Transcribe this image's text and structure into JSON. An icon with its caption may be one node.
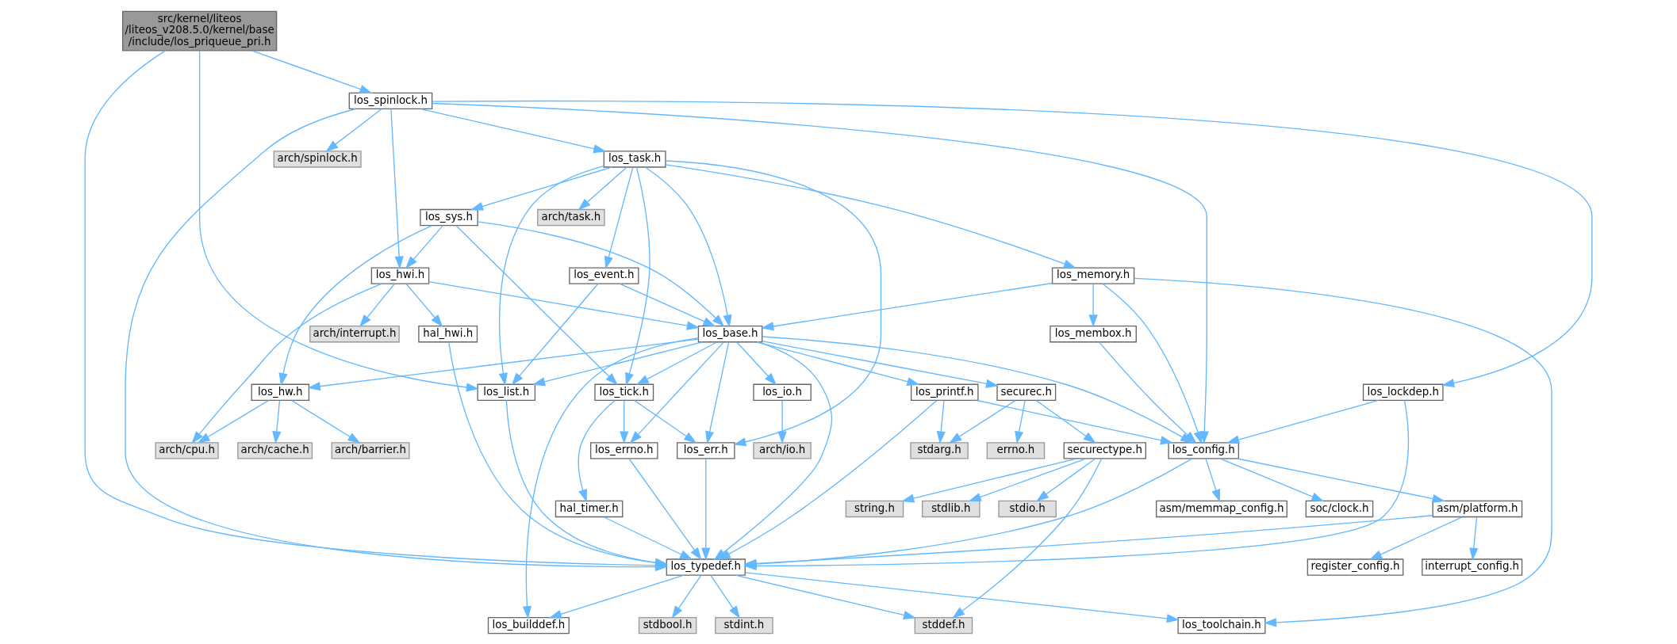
{
  "diagram": {
    "nodes": [
      {
        "text": [
          "src/kernel/liteos/liteos_v208.5.0/kernel/base/include/los_priqueue_pri.h"
        ]
      },
      {
        "text": [
          "los_spinlock.h"
        ]
      },
      {
        "text": [
          "los_list.h"
        ]
      },
      {
        "text": [
          "los_typedef.h"
        ]
      },
      {
        "text": [
          "arch/spinlock.h"
        ]
      },
      {
        "text": [
          "los_task.h"
        ]
      },
      {
        "text": [
          "los_hwi.h"
        ]
      },
      {
        "text": [
          "los_config.h"
        ]
      },
      {
        "text": [
          "los_lockdep.h"
        ]
      },
      {
        "text": [
          "arch/task.h"
        ]
      },
      {
        "text": [
          "los_sys.h"
        ]
      },
      {
        "text": [
          "los_event.h"
        ]
      },
      {
        "text": [
          "los_memory.h"
        ]
      },
      {
        "text": [
          "los_base.h"
        ]
      },
      {
        "text": [
          "los_tick.h"
        ]
      },
      {
        "text": [
          "los_err.h"
        ]
      },
      {
        "text": [
          "arch/interrupt.h"
        ]
      },
      {
        "text": [
          "hal_hwi.h"
        ]
      },
      {
        "text": [
          "arch/cpu.h"
        ]
      },
      {
        "text": [
          "los_membox.h"
        ]
      },
      {
        "text": [
          "los_hw.h"
        ]
      },
      {
        "text": [
          "los_io.h"
        ]
      },
      {
        "text": [
          "los_errno.h"
        ]
      },
      {
        "text": [
          "securec.h"
        ]
      },
      {
        "text": [
          "los_printf.h"
        ]
      },
      {
        "text": [
          "arch/cache.h"
        ]
      },
      {
        "text": [
          "arch/barrier.h"
        ]
      },
      {
        "text": [
          "arch/io.h"
        ]
      },
      {
        "text": [
          "hal_timer.h"
        ]
      },
      {
        "text": [
          "securectype.h"
        ]
      },
      {
        "text": [
          "errno.h"
        ]
      },
      {
        "text": [
          "stdarg.h"
        ]
      },
      {
        "text": [
          "stddef.h"
        ]
      },
      {
        "text": [
          "stdio.h"
        ]
      },
      {
        "text": [
          "string.h"
        ]
      },
      {
        "text": [
          "stdlib.h"
        ]
      },
      {
        "text": [
          "asm/memmap_config.h"
        ]
      },
      {
        "text": [
          "soc/clock.h"
        ]
      },
      {
        "text": [
          "asm/platform.h"
        ]
      },
      {
        "text": [
          "register_config.h"
        ]
      },
      {
        "text": [
          "interrupt_config.h"
        ]
      },
      {
        "text": [
          "stdbool.h"
        ]
      },
      {
        "text": [
          "stdint.h"
        ]
      },
      {
        "text": [
          "los_builddef.h"
        ]
      },
      {
        "text": [
          "los_toolchain.h"
        ]
      }
    ],
    "edges": [
      {
        "from": 0,
        "to": 1,
        "arrow": "to"
      },
      {
        "from": 0,
        "to": 2,
        "arrow": "to"
      },
      {
        "from": 0,
        "to": 3,
        "arrow": "to"
      },
      {
        "from": 1,
        "to": 4,
        "arrow": "to"
      },
      {
        "from": 1,
        "to": 5,
        "arrow": "to"
      },
      {
        "from": 1,
        "to": 6,
        "arrow": "to"
      },
      {
        "from": 1,
        "to": 3,
        "arrow": "to"
      },
      {
        "from": 1,
        "to": 7,
        "arrow": "to"
      },
      {
        "from": 1,
        "to": 8,
        "arrow": "to"
      },
      {
        "from": 5,
        "to": 9,
        "arrow": "to"
      },
      {
        "from": 5,
        "to": 10,
        "arrow": "to"
      },
      {
        "from": 5,
        "to": 11,
        "arrow": "to"
      },
      {
        "from": 5,
        "to": 2,
        "arrow": "to"
      },
      {
        "from": 5,
        "to": 13,
        "arrow": "to"
      },
      {
        "from": 5,
        "to": 14,
        "arrow": "to"
      },
      {
        "from": 5,
        "to": 15,
        "arrow": "to"
      },
      {
        "from": 5,
        "to": 12,
        "arrow": "to"
      },
      {
        "from": 10,
        "to": 6,
        "arrow": "to"
      },
      {
        "from": 10,
        "to": 13,
        "arrow": "to"
      },
      {
        "from": 10,
        "to": 14,
        "arrow": "to"
      },
      {
        "from": 10,
        "to": 20,
        "arrow": "to"
      },
      {
        "from": 11,
        "to": 2,
        "arrow": "to"
      },
      {
        "from": 11,
        "to": 13,
        "arrow": "to"
      },
      {
        "from": 6,
        "to": 16,
        "arrow": "to"
      },
      {
        "from": 6,
        "to": 17,
        "arrow": "to"
      },
      {
        "from": 6,
        "to": 13,
        "arrow": "to"
      },
      {
        "from": 6,
        "to": 18,
        "arrow": "to"
      },
      {
        "from": 17,
        "to": 3,
        "arrow": "to"
      },
      {
        "from": 12,
        "to": 13,
        "arrow": "to"
      },
      {
        "from": 12,
        "to": 19,
        "arrow": "to"
      },
      {
        "from": 12,
        "to": 7,
        "arrow": "to"
      },
      {
        "from": 12,
        "to": 44,
        "arrow": "to"
      },
      {
        "from": 19,
        "to": 7,
        "arrow": "to"
      },
      {
        "from": 8,
        "to": 7,
        "arrow": "to"
      },
      {
        "from": 8,
        "to": 3,
        "arrow": "to"
      },
      {
        "from": 13,
        "to": 2,
        "arrow": "to"
      },
      {
        "from": 13,
        "to": 20,
        "arrow": "to"
      },
      {
        "from": 13,
        "to": 21,
        "arrow": "to"
      },
      {
        "from": 13,
        "to": 14,
        "arrow": "to"
      },
      {
        "from": 13,
        "to": 22,
        "arrow": "to"
      },
      {
        "from": 13,
        "to": 15,
        "arrow": "to"
      },
      {
        "from": 13,
        "to": 23,
        "arrow": "to"
      },
      {
        "from": 13,
        "to": 24,
        "arrow": "to"
      },
      {
        "from": 13,
        "to": 7,
        "arrow": "to"
      },
      {
        "from": 13,
        "to": 3,
        "arrow": "to"
      },
      {
        "from": 13,
        "to": 43,
        "arrow": "to"
      },
      {
        "from": 2,
        "to": 3,
        "arrow": "to"
      },
      {
        "from": 20,
        "to": 18,
        "arrow": "to"
      },
      {
        "from": 20,
        "to": 25,
        "arrow": "to"
      },
      {
        "from": 20,
        "to": 26,
        "arrow": "to"
      },
      {
        "from": 21,
        "to": 27,
        "arrow": "to"
      },
      {
        "from": 14,
        "to": 22,
        "arrow": "to"
      },
      {
        "from": 14,
        "to": 15,
        "arrow": "to"
      },
      {
        "from": 14,
        "to": 28,
        "arrow": "to"
      },
      {
        "from": 28,
        "to": 3,
        "arrow": "to"
      },
      {
        "from": 22,
        "to": 3,
        "arrow": "to"
      },
      {
        "from": 15,
        "to": 3,
        "arrow": "to"
      },
      {
        "from": 23,
        "to": 29,
        "arrow": "to"
      },
      {
        "from": 23,
        "to": 30,
        "arrow": "to"
      },
      {
        "from": 23,
        "to": 31,
        "arrow": "to"
      },
      {
        "from": 29,
        "to": 32,
        "arrow": "to"
      },
      {
        "from": 29,
        "to": 33,
        "arrow": "to"
      },
      {
        "from": 29,
        "to": 34,
        "arrow": "to"
      },
      {
        "from": 29,
        "to": 35,
        "arrow": "to"
      },
      {
        "from": 24,
        "to": 31,
        "arrow": "to"
      },
      {
        "from": 24,
        "to": 7,
        "arrow": "to"
      },
      {
        "from": 24,
        "to": 3,
        "arrow": "to"
      },
      {
        "from": 7,
        "to": 3,
        "arrow": "to"
      },
      {
        "from": 7,
        "to": 36,
        "arrow": "to"
      },
      {
        "from": 7,
        "to": 37,
        "arrow": "to"
      },
      {
        "from": 7,
        "to": 38,
        "arrow": "to"
      },
      {
        "from": 38,
        "to": 3,
        "arrow": "to"
      },
      {
        "from": 38,
        "to": 39,
        "arrow": "to"
      },
      {
        "from": 38,
        "to": 40,
        "arrow": "to"
      },
      {
        "from": 3,
        "to": 32,
        "arrow": "to"
      },
      {
        "from": 3,
        "to": 41,
        "arrow": "to"
      },
      {
        "from": 3,
        "to": 42,
        "arrow": "to"
      },
      {
        "from": 3,
        "to": 43,
        "arrow": "to"
      },
      {
        "from": 3,
        "to": 44,
        "arrow": "to"
      }
    ]
  }
}
